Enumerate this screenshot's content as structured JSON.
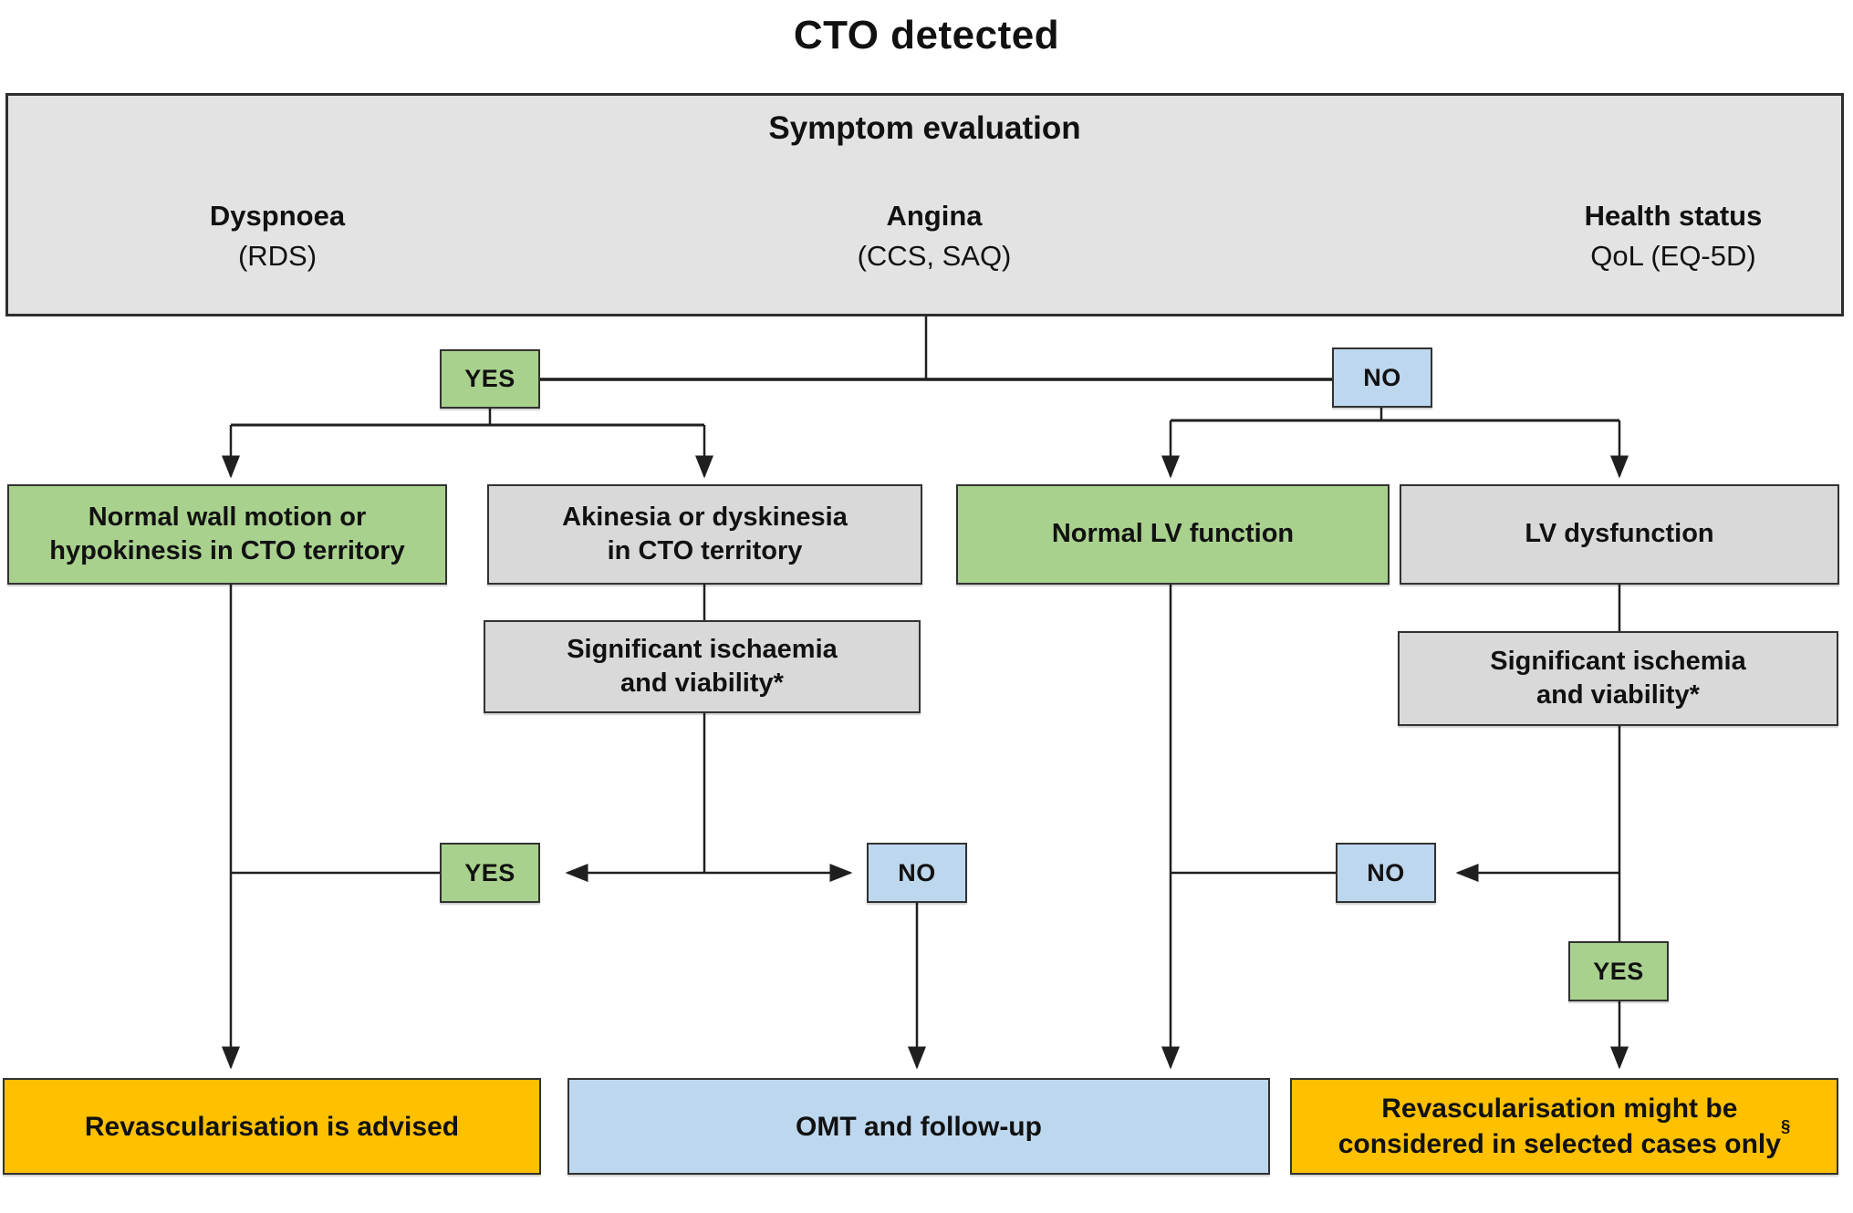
{
  "title": "CTO detected",
  "symptom_panel": {
    "heading": "Symptom evaluation",
    "columns": [
      {
        "name": "Dyspnoea",
        "measure": "(RDS)"
      },
      {
        "name": "Angina",
        "measure": "(CCS, SAQ)"
      },
      {
        "name": "Health status",
        "measure": "QoL (EQ-5D)"
      }
    ]
  },
  "labels": {
    "yes": "YES",
    "no": "NO"
  },
  "nodes": {
    "normal_wall_motion": "Normal wall motion or\nhypokinesis in CTO territory",
    "akinesia": "Akinesia or dyskinesia\nin CTO territory",
    "normal_lv": "Normal LV function",
    "lv_dysfunction": "LV dysfunction",
    "ischaemia_left": "Significant ischaemia\nand viability*",
    "ischemia_right": "Significant ischemia\nand viability*"
  },
  "outcomes": {
    "revasc_advised": "Revascularisation is advised",
    "omt": "OMT and follow-up",
    "revasc_selected": "Revascularisation might be\nconsidered in selected cases only",
    "revasc_selected_sup": "§"
  },
  "colors": {
    "green": "#a9d18e",
    "blue": "#bdd7ee",
    "orange": "#ffc000",
    "gray": "#d9d9d9",
    "panel_gray": "#e4e3e3",
    "line": "#1f1f1f"
  }
}
